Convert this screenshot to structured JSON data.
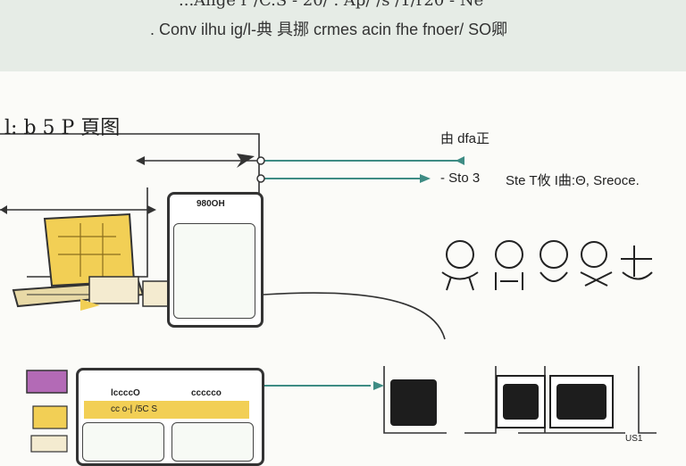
{
  "header": {
    "line1": "...Ange r /C.S - 20/ . Ap/ /s /1/r20 - Ne",
    "line2": ". Conv ilhu ig/l-典 具挪 crmes acin fhe fnoer/ SO卿"
  },
  "labels": {
    "top_left": "l: b 5 P 頁图",
    "right_top": "由 dfa正",
    "step_left": "- Sto 3",
    "step_right": "Ste T攸 I曲:Θ, Sreoce.",
    "top_phone_title": "980OH",
    "bottom_phone_left": "lccccO",
    "bottom_phone_right": "ccccco",
    "bottom_phone_bar": "cc o-|  /5C S",
    "corner_tag": "US1"
  },
  "colors": {
    "banner": "#e6ece6",
    "arrow_teal": "#3e8c84",
    "highlight_yellow": "#f2cf55",
    "accent_purple": "#b36ab6",
    "ink": "#222222"
  },
  "icons": [
    "laptop-sketch-icon",
    "document-stack-icon",
    "phone-mockup-icon",
    "character-doodles-icon",
    "thumbnail-icon",
    "shoe-icon",
    "purple-tag-icon",
    "teal-arrow-icon"
  ]
}
